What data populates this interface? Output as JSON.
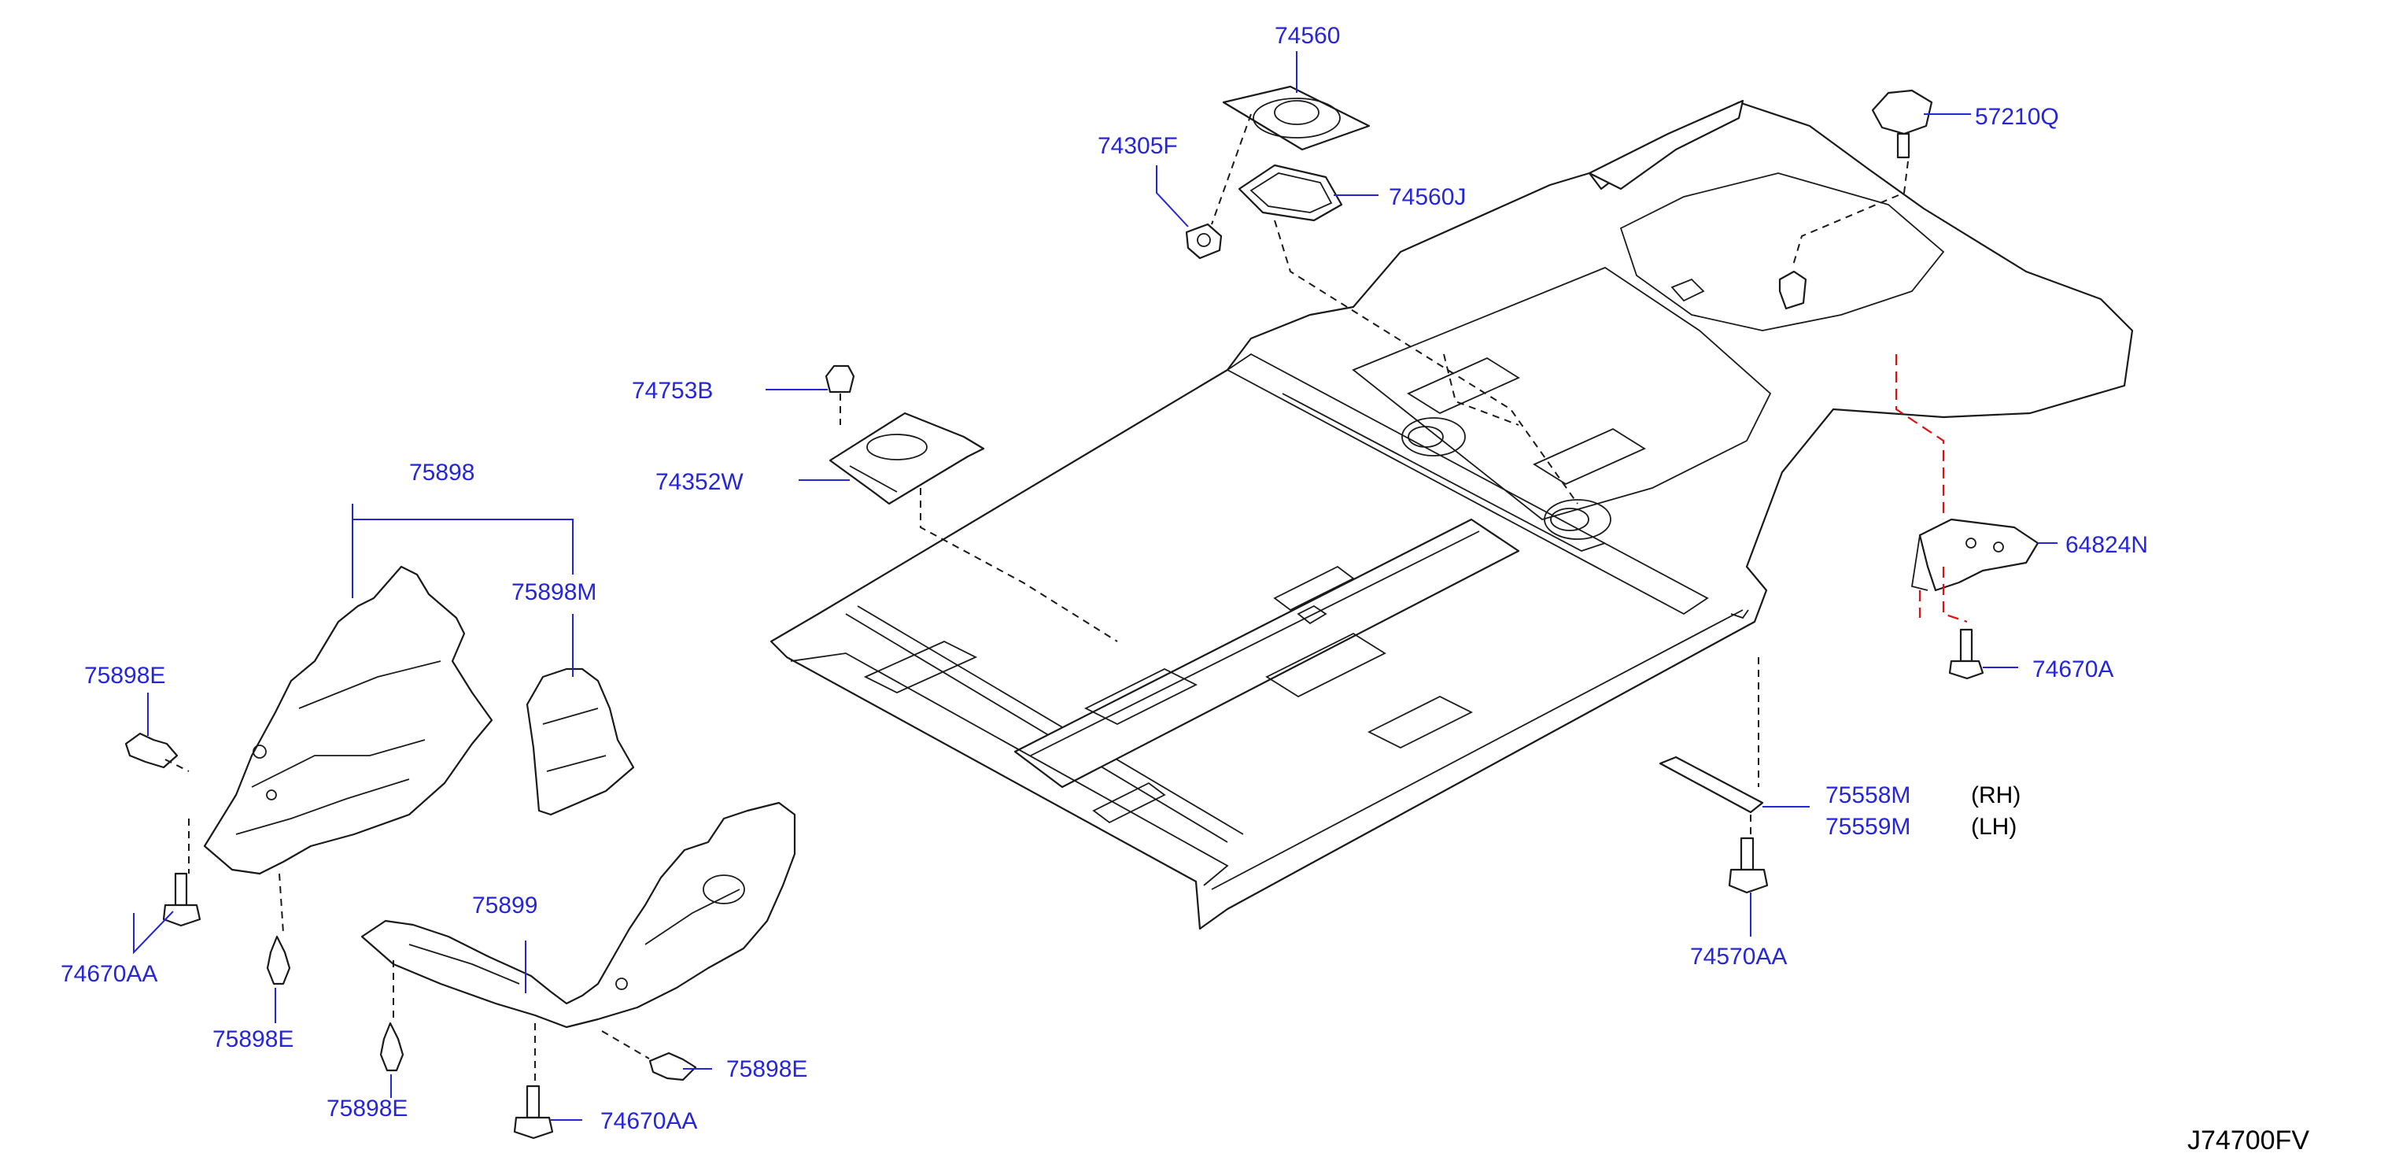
{
  "diagram": {
    "drawing_code": "J74700FV",
    "colors": {
      "callout": "#2626d9",
      "outline": "#1a1a1a",
      "alignment_line": "#e01010"
    },
    "callouts": {
      "c74560": "74560",
      "c74305F": "74305F",
      "c74560J": "74560J",
      "c57210Q": "57210Q",
      "c74753B": "74753B",
      "c74352W": "74352W",
      "c75898": "75898",
      "c75898M": "75898M",
      "c75898E_a": "75898E",
      "c74670AA_a": "74670AA",
      "c75898E_b": "75898E",
      "c75899": "75899",
      "c75898E_c": "75898E",
      "c74670AA_b": "74670AA",
      "c75898E_d": "75898E",
      "c64824N": "64824N",
      "c74670A": "74670A",
      "c75558M": "75558M",
      "c75559M": "75559M",
      "c74570AA": "74570AA"
    },
    "side_notes": {
      "rh": "(RH)",
      "lh": "(LH)"
    }
  }
}
